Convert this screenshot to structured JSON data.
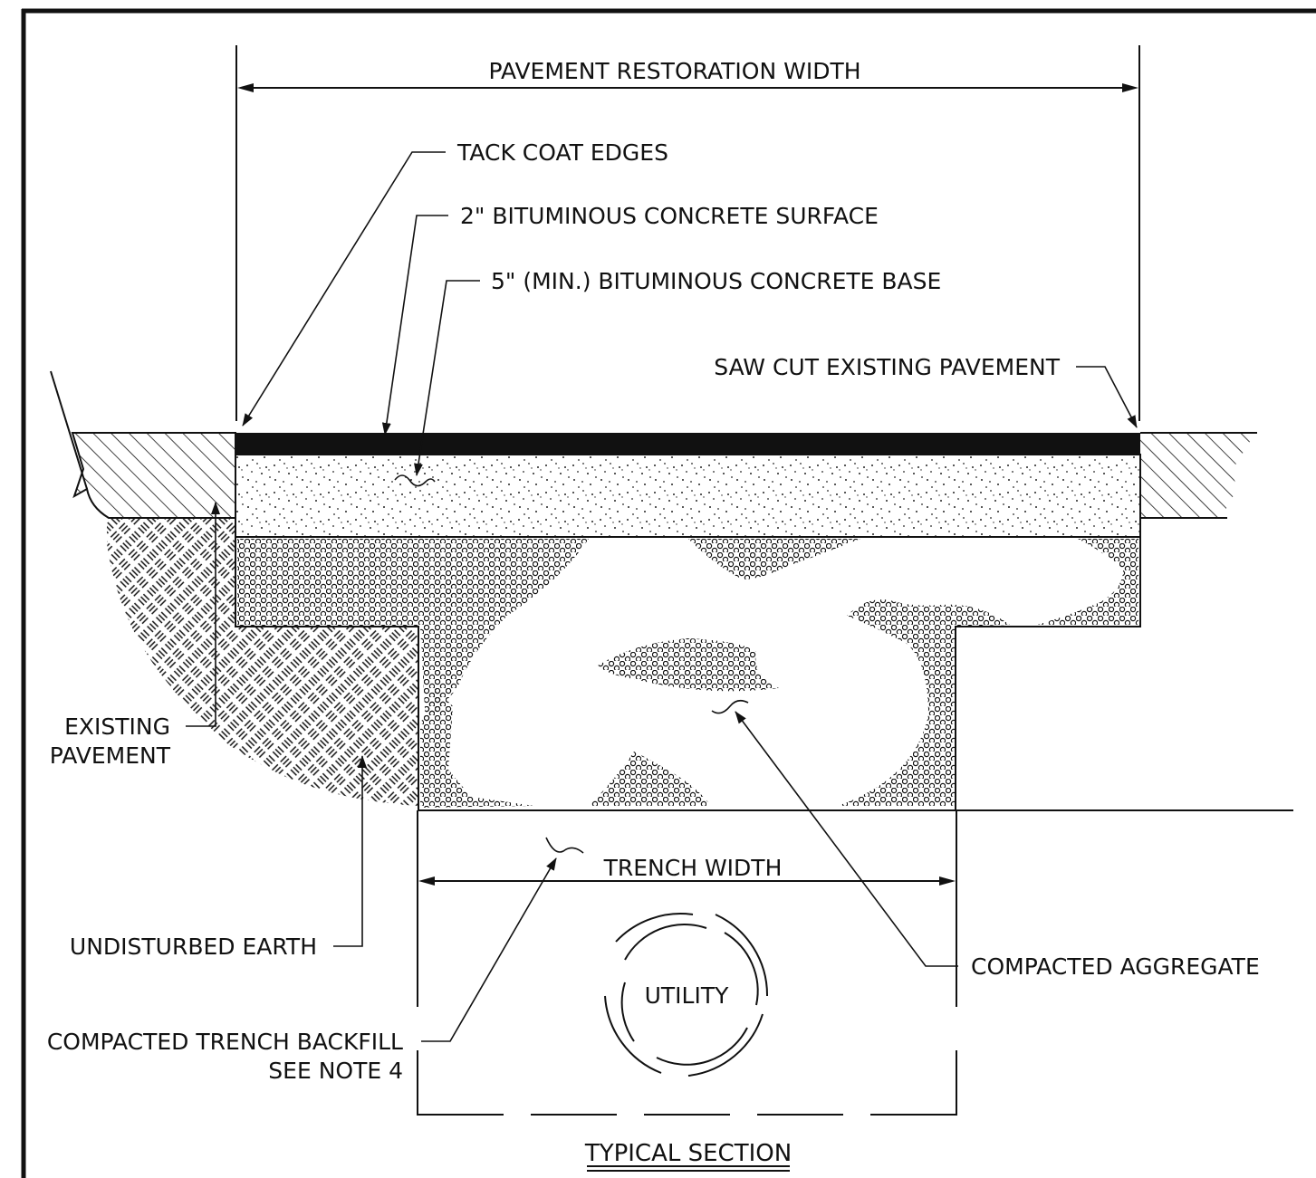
{
  "labels": {
    "restoration_width": "PAVEMENT RESTORATION WIDTH",
    "tack_coat": "TACK COAT EDGES",
    "surface": "2\" BITUMINOUS CONCRETE SURFACE",
    "base": "5\" (MIN.) BITUMINOUS CONCRETE BASE",
    "saw_cut": "SAW CUT EXISTING PAVEMENT",
    "existing_pavement_1": "EXISTING",
    "existing_pavement_2": "PAVEMENT",
    "undisturbed_earth": "UNDISTURBED EARTH",
    "backfill_1": "COMPACTED TRENCH BACKFILL",
    "backfill_2": "SEE NOTE 4",
    "trench_width": "TRENCH WIDTH",
    "compacted_aggregate": "COMPACTED AGGREGATE",
    "utility": "UTILITY",
    "title": "TYPICAL SECTION"
  },
  "colors": {
    "ink": "#111111",
    "paper": "#ffffff"
  }
}
